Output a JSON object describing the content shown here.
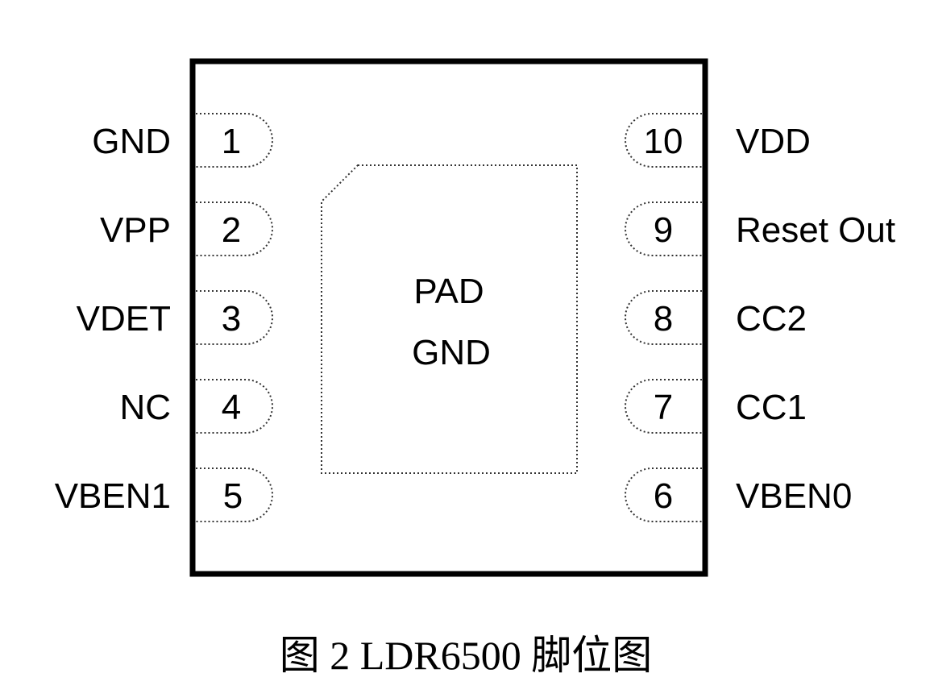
{
  "pad": {
    "line1": "PAD",
    "line2": "GND"
  },
  "left_pins": [
    {
      "number": "1",
      "label": "GND"
    },
    {
      "number": "2",
      "label": "VPP"
    },
    {
      "number": "3",
      "label": "VDET"
    },
    {
      "number": "4",
      "label": "NC"
    },
    {
      "number": "5",
      "label": "VBEN1"
    }
  ],
  "right_pins": [
    {
      "number": "10",
      "label": "VDD"
    },
    {
      "number": "9",
      "label": "Reset Out"
    },
    {
      "number": "8",
      "label": "CC2"
    },
    {
      "number": "7",
      "label": "CC1"
    },
    {
      "number": "6",
      "label": "VBEN0"
    }
  ],
  "caption": "图 2 LDR6500 脚位图"
}
